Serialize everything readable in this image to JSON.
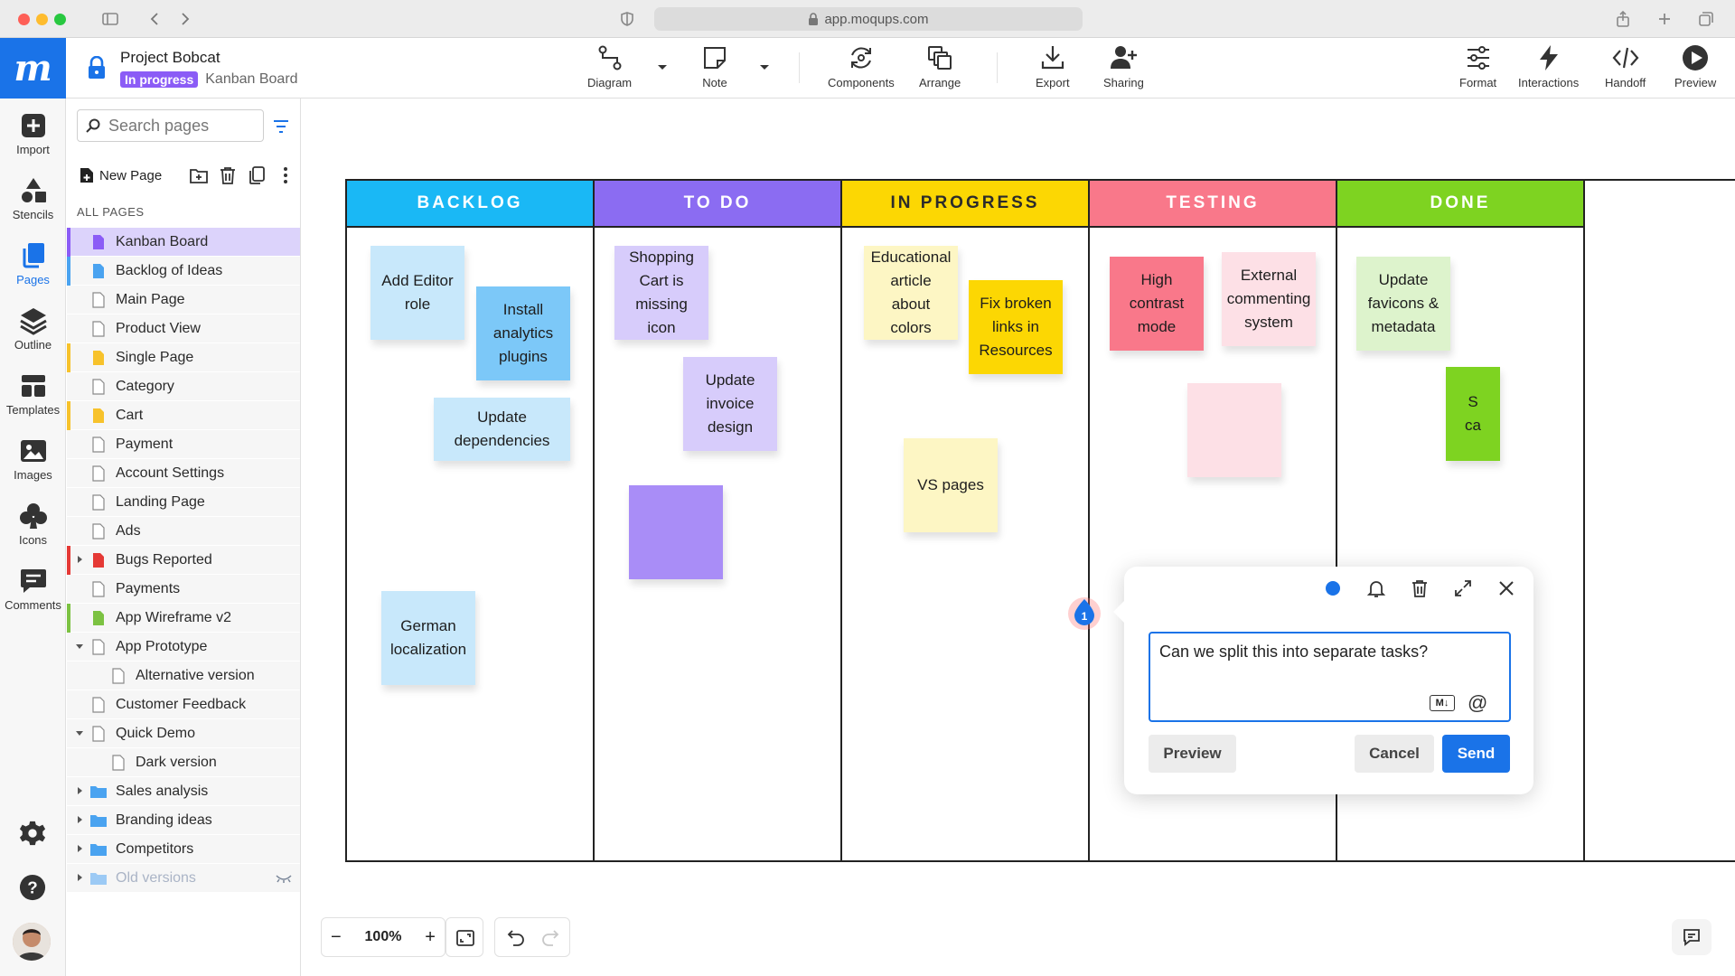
{
  "browser": {
    "url": "app.moqups.com"
  },
  "header": {
    "logo_letter": "m",
    "project_title": "Project Bobcat",
    "status_badge": "In progress",
    "current_page": "Kanban Board",
    "tools": [
      {
        "id": "diagram",
        "label": "Diagram"
      },
      {
        "id": "note",
        "label": "Note"
      },
      {
        "id": "components",
        "label": "Components"
      },
      {
        "id": "arrange",
        "label": "Arrange"
      },
      {
        "id": "export",
        "label": "Export"
      },
      {
        "id": "sharing",
        "label": "Sharing"
      },
      {
        "id": "format",
        "label": "Format"
      },
      {
        "id": "interactions",
        "label": "Interactions"
      },
      {
        "id": "handoff",
        "label": "Handoff"
      },
      {
        "id": "preview",
        "label": "Preview"
      }
    ]
  },
  "rail": {
    "items": [
      {
        "label": "Import"
      },
      {
        "label": "Stencils"
      },
      {
        "label": "Pages"
      },
      {
        "label": "Outline"
      },
      {
        "label": "Templates"
      },
      {
        "label": "Images"
      },
      {
        "label": "Icons"
      },
      {
        "label": "Comments"
      }
    ],
    "active": "Pages"
  },
  "pages_panel": {
    "search_placeholder": "Search pages",
    "new_page_label": "New Page",
    "section_label": "ALL PAGES",
    "pages": [
      {
        "label": "Kanban Board",
        "mark": "#8b5cf6",
        "icon_color": "#8b5cf6",
        "indent": 0,
        "active": true
      },
      {
        "label": "Backlog of Ideas",
        "mark": "#4aa3f0",
        "icon_color": "#4aa3f0",
        "indent": 0
      },
      {
        "label": "Main Page",
        "mark": "",
        "icon_color": "",
        "indent": 0
      },
      {
        "label": "Product View",
        "mark": "",
        "icon_color": "",
        "indent": 0
      },
      {
        "label": "Single Page",
        "mark": "#f7c22b",
        "icon_color": "#f7c22b",
        "indent": 0
      },
      {
        "label": "Category",
        "mark": "",
        "icon_color": "",
        "indent": 0
      },
      {
        "label": "Cart",
        "mark": "#f7c22b",
        "icon_color": "#f7c22b",
        "indent": 0
      },
      {
        "label": "Payment",
        "mark": "",
        "icon_color": "",
        "indent": 0
      },
      {
        "label": "Account Settings",
        "mark": "",
        "icon_color": "",
        "indent": 0
      },
      {
        "label": "Landing Page",
        "mark": "",
        "icon_color": "",
        "indent": 0
      },
      {
        "label": "Ads",
        "mark": "",
        "icon_color": "",
        "indent": 0
      },
      {
        "label": "Bugs Reported",
        "mark": "#e53935",
        "icon_color": "#e53935",
        "indent": 0,
        "toggle": "collapsed"
      },
      {
        "label": "Payments",
        "mark": "",
        "icon_color": "",
        "indent": 0
      },
      {
        "label": "App Wireframe v2",
        "mark": "#7cc242",
        "icon_color": "#7cc242",
        "indent": 0
      },
      {
        "label": "App Prototype",
        "mark": "",
        "icon_color": "",
        "indent": 0,
        "toggle": "expanded"
      },
      {
        "label": "Alternative version",
        "mark": "",
        "icon_color": "",
        "indent": 1
      },
      {
        "label": "Customer Feedback",
        "mark": "",
        "icon_color": "",
        "indent": 0
      },
      {
        "label": "Quick Demo",
        "mark": "",
        "icon_color": "",
        "indent": 0,
        "toggle": "expanded"
      },
      {
        "label": "Dark version",
        "mark": "",
        "icon_color": "",
        "indent": 1
      },
      {
        "label": "Sales analysis",
        "mark": "",
        "icon_color": "#4aa3f0",
        "indent": 0,
        "toggle": "collapsed",
        "folder": true
      },
      {
        "label": "Branding ideas",
        "mark": "",
        "icon_color": "#4aa3f0",
        "indent": 0,
        "toggle": "collapsed",
        "folder": true
      },
      {
        "label": "Competitors",
        "mark": "",
        "icon_color": "#4aa3f0",
        "indent": 0,
        "toggle": "collapsed",
        "folder": true
      },
      {
        "label": "Old versions",
        "mark": "",
        "icon_color": "#9ccaf5",
        "indent": 0,
        "toggle": "collapsed",
        "folder": true,
        "hidden": true
      }
    ]
  },
  "board": {
    "columns": [
      {
        "title": "BACKLOG",
        "color": "#1ab8f5"
      },
      {
        "title": "TO DO",
        "color": "#8b6cf2"
      },
      {
        "title": "IN PROGRESS",
        "color": "#fcd703"
      },
      {
        "title": "TESTING",
        "color": "#f9788a"
      },
      {
        "title": "DONE",
        "color": "#7ed321"
      }
    ],
    "notes": [
      {
        "text": "Add Editor\nrole",
        "color": "#c8e8fb"
      },
      {
        "text": "Install\nanalytics\nplugins",
        "color": "#7cc8f8"
      },
      {
        "text": "Update\ndependencies",
        "color": "#c8e8fb"
      },
      {
        "text": "German\nlocalization",
        "color": "#c8e8fb"
      },
      {
        "text": "Shopping\nCart is\nmissing icon",
        "color": "#d7ccfb"
      },
      {
        "text": "Update\ninvoice\ndesign",
        "color": "#d7ccfb"
      },
      {
        "text": "",
        "color": "#a98df7"
      },
      {
        "text": "Educational\narticle about\ncolors",
        "color": "#fdf6c4"
      },
      {
        "text": "Fix broken\nlinks in\nResources",
        "color": "#fcd703"
      },
      {
        "text": "VS pages",
        "color": "#fdf6c4"
      },
      {
        "text": "High\ncontrast\nmode",
        "color": "#f9788a"
      },
      {
        "text": "External\ncommenting\nsystem",
        "color": "#fde0e6"
      },
      {
        "text": "",
        "color": "#fde0e6"
      },
      {
        "text": "Update\nfavicons &\nmetadata",
        "color": "#ddf3cc"
      },
      {
        "text": "S\nca",
        "color": "#7ed321"
      }
    ]
  },
  "comment": {
    "pin_number": "1",
    "text": "Can we split this into separate tasks?",
    "md_label": "M↓",
    "mention_symbol": "@",
    "preview_label": "Preview",
    "cancel_label": "Cancel",
    "send_label": "Send"
  },
  "zoom": {
    "level": "100%",
    "minus": "−",
    "plus": "+"
  }
}
